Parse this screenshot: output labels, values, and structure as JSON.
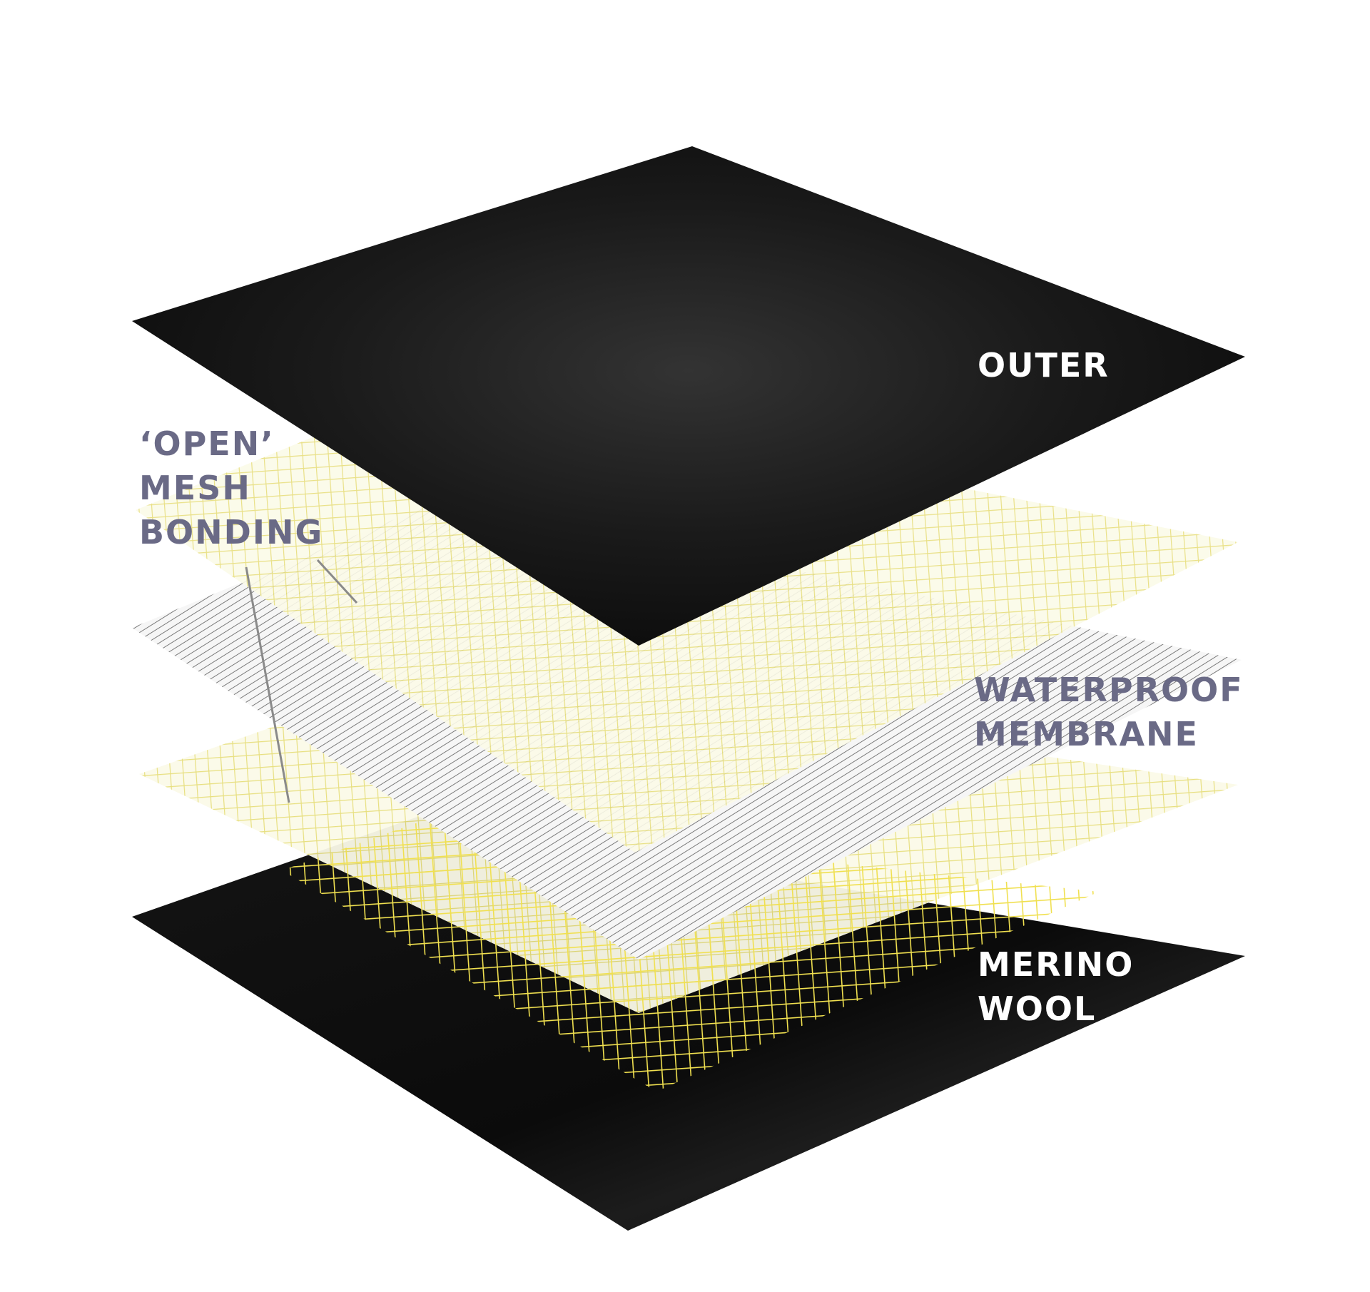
{
  "labels": {
    "outer": "OUTER",
    "mesh": [
      "‘OPEN’",
      "MESH",
      "BONDING"
    ],
    "membrane": [
      "WATERPROOF",
      "MEMBRANE"
    ],
    "merino": [
      "MERINO",
      "WOOL"
    ]
  },
  "colors": {
    "background": "#ffffff",
    "outer_fabric": "#141414",
    "merino_fabric": "#0d0d0d",
    "mesh_grid": "#e8e070",
    "membrane_lines": "#6b6b6b",
    "label_light": "#ffffff",
    "label_muted": "#6a6a86",
    "leader_line": "#8a8a8a"
  },
  "layers": [
    {
      "name": "Outer",
      "pattern": "solid-dark"
    },
    {
      "name": "Open mesh bonding (upper)",
      "pattern": "grid"
    },
    {
      "name": "Waterproof membrane",
      "pattern": "diagonal-lines"
    },
    {
      "name": "Open mesh bonding (lower)",
      "pattern": "grid"
    },
    {
      "name": "Merino wool",
      "pattern": "solid-dark"
    }
  ]
}
